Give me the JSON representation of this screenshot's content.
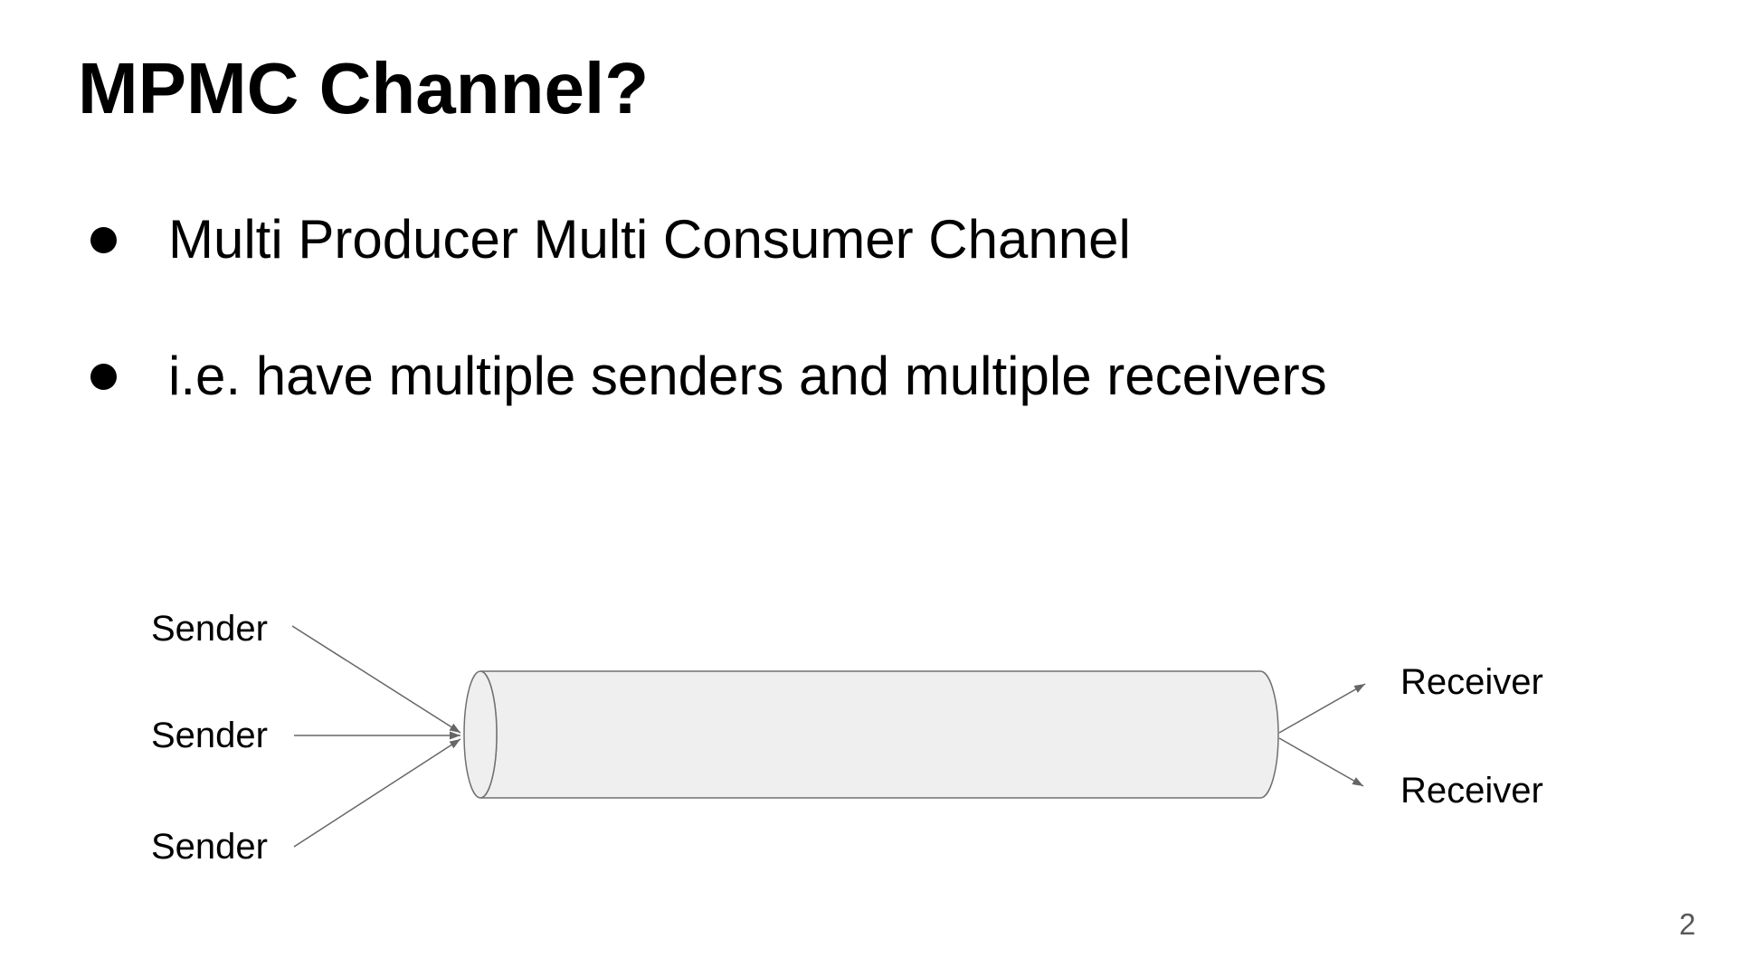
{
  "slide": {
    "title": "MPMC Channel?",
    "bullets": [
      "Multi Producer Multi Consumer Channel",
      "i.e. have multiple senders and multiple receivers"
    ],
    "page_number": "2"
  },
  "diagram": {
    "sender_labels": [
      "Sender",
      "Sender",
      "Sender"
    ],
    "receiver_labels": [
      "Receiver",
      "Receiver"
    ],
    "colors": {
      "cylinder_fill": "#efefef",
      "cylinder_stroke": "#707070",
      "line": "#666666",
      "arrowhead": "#666666",
      "label_text": "#000000",
      "page_number": "#595959"
    }
  }
}
